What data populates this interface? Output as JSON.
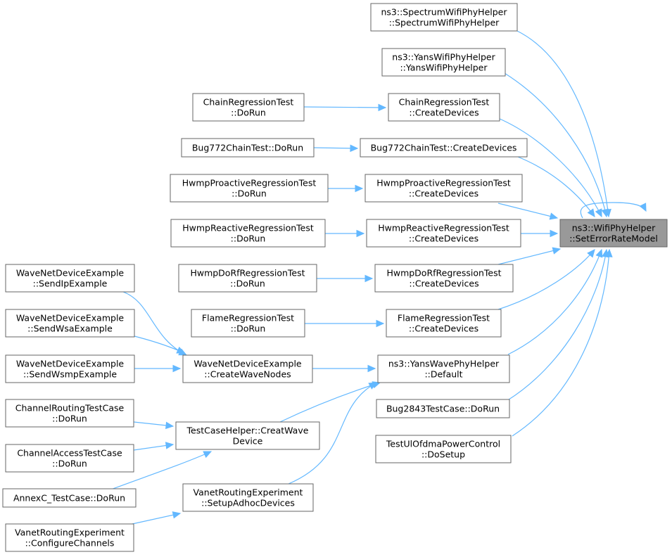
{
  "graph": {
    "colors": {
      "edge": "#63b8ff",
      "node_border": "#666666",
      "node_fill": "#ffffff",
      "focus_fill": "#999999"
    },
    "nodes": [
      {
        "id": "target",
        "lines": [
          "ns3::WifiPhyHelper",
          "::SetErrorRateModel"
        ],
        "focus": true
      },
      {
        "id": "spectrum",
        "lines": [
          "ns3::SpectrumWifiPhyHelper",
          "::SpectrumWifiPhyHelper"
        ]
      },
      {
        "id": "yans",
        "lines": [
          "ns3::YansWifiPhyHelper",
          "::YansWifiPhyHelper"
        ]
      },
      {
        "id": "chain_cd",
        "lines": [
          "ChainRegressionTest",
          "::CreateDevices"
        ]
      },
      {
        "id": "chain_run",
        "lines": [
          "ChainRegressionTest",
          "::DoRun"
        ]
      },
      {
        "id": "bug772_cd",
        "lines": [
          "Bug772ChainTest::CreateDevices"
        ]
      },
      {
        "id": "bug772_run",
        "lines": [
          "Bug772ChainTest::DoRun"
        ]
      },
      {
        "id": "hwmpp_cd",
        "lines": [
          "HwmpProactiveRegressionTest",
          "::CreateDevices"
        ]
      },
      {
        "id": "hwmpp_run",
        "lines": [
          "HwmpProactiveRegressionTest",
          "::DoRun"
        ]
      },
      {
        "id": "hwmpr_cd",
        "lines": [
          "HwmpReactiveRegressionTest",
          "::CreateDevices"
        ]
      },
      {
        "id": "hwmpr_run",
        "lines": [
          "HwmpReactiveRegressionTest",
          "::DoRun"
        ]
      },
      {
        "id": "hwmpd_cd",
        "lines": [
          "HwmpDoRfRegressionTest",
          "::CreateDevices"
        ]
      },
      {
        "id": "hwmpd_run",
        "lines": [
          "HwmpDoRfRegressionTest",
          "::DoRun"
        ]
      },
      {
        "id": "flame_cd",
        "lines": [
          "FlameRegressionTest",
          "::CreateDevices"
        ]
      },
      {
        "id": "flame_run",
        "lines": [
          "FlameRegressionTest",
          "::DoRun"
        ]
      },
      {
        "id": "yanswave",
        "lines": [
          "ns3::YansWavePhyHelper",
          "::Default"
        ]
      },
      {
        "id": "bug2843",
        "lines": [
          "Bug2843TestCase::DoRun"
        ]
      },
      {
        "id": "ulofdma",
        "lines": [
          "TestUlOfdmaPowerControl",
          "::DoSetup"
        ]
      },
      {
        "id": "wave_nodes",
        "lines": [
          "WaveNetDeviceExample",
          "::CreateWaveNodes"
        ]
      },
      {
        "id": "wave_ip",
        "lines": [
          "WaveNetDeviceExample",
          "::SendIpExample"
        ]
      },
      {
        "id": "wave_wsa",
        "lines": [
          "WaveNetDeviceExample",
          "::SendWsaExample"
        ]
      },
      {
        "id": "wave_wsmp",
        "lines": [
          "WaveNetDeviceExample",
          "::SendWsmpExample"
        ]
      },
      {
        "id": "tch_wave",
        "lines": [
          "TestCaseHelper::CreatWave",
          "Device"
        ]
      },
      {
        "id": "chan_routing",
        "lines": [
          "ChannelRoutingTestCase",
          "::DoRun"
        ]
      },
      {
        "id": "chan_access",
        "lines": [
          "ChannelAccessTestCase",
          "::DoRun"
        ]
      },
      {
        "id": "annexc",
        "lines": [
          "AnnexC_TestCase::DoRun"
        ]
      },
      {
        "id": "vanet_setup",
        "lines": [
          "VanetRoutingExperiment",
          "::SetupAdhocDevices"
        ]
      },
      {
        "id": "vanet_conf",
        "lines": [
          "VanetRoutingExperiment",
          "::ConfigureChannels"
        ]
      }
    ],
    "edges": [
      {
        "from": "target",
        "to": "target"
      },
      {
        "from": "spectrum",
        "to": "target"
      },
      {
        "from": "yans",
        "to": "target"
      },
      {
        "from": "chain_cd",
        "to": "target"
      },
      {
        "from": "chain_run",
        "to": "chain_cd"
      },
      {
        "from": "bug772_cd",
        "to": "target"
      },
      {
        "from": "bug772_run",
        "to": "bug772_cd"
      },
      {
        "from": "hwmpp_cd",
        "to": "target"
      },
      {
        "from": "hwmpp_run",
        "to": "hwmpp_cd"
      },
      {
        "from": "hwmpr_cd",
        "to": "target"
      },
      {
        "from": "hwmpr_run",
        "to": "hwmpr_cd"
      },
      {
        "from": "hwmpd_cd",
        "to": "target"
      },
      {
        "from": "hwmpd_run",
        "to": "hwmpd_cd"
      },
      {
        "from": "flame_cd",
        "to": "target"
      },
      {
        "from": "flame_run",
        "to": "flame_cd"
      },
      {
        "from": "yanswave",
        "to": "target"
      },
      {
        "from": "bug2843",
        "to": "target"
      },
      {
        "from": "ulofdma",
        "to": "target"
      },
      {
        "from": "wave_nodes",
        "to": "yanswave"
      },
      {
        "from": "wave_ip",
        "to": "wave_nodes"
      },
      {
        "from": "wave_wsa",
        "to": "wave_nodes"
      },
      {
        "from": "wave_wsmp",
        "to": "wave_nodes"
      },
      {
        "from": "tch_wave",
        "to": "yanswave"
      },
      {
        "from": "chan_routing",
        "to": "tch_wave"
      },
      {
        "from": "chan_access",
        "to": "tch_wave"
      },
      {
        "from": "annexc",
        "to": "tch_wave"
      },
      {
        "from": "vanet_setup",
        "to": "yanswave"
      },
      {
        "from": "vanet_conf",
        "to": "vanet_setup"
      }
    ]
  }
}
